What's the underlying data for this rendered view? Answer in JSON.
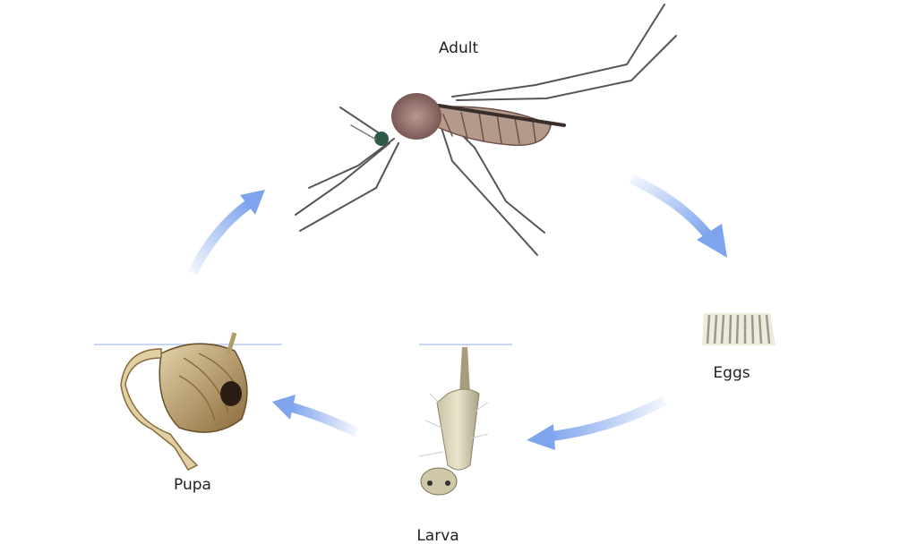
{
  "diagram": {
    "stages": [
      {
        "id": "adult",
        "label": "Adult"
      },
      {
        "id": "eggs",
        "label": "Eggs"
      },
      {
        "id": "larva",
        "label": "Larva"
      },
      {
        "id": "pupa",
        "label": "Pupa"
      }
    ],
    "cycle_order": [
      "Adult",
      "Eggs",
      "Larva",
      "Pupa",
      "Adult"
    ],
    "colors": {
      "arrow": "#7fa4ee",
      "water_line": "#c8d6f0",
      "text": "#222222"
    }
  }
}
